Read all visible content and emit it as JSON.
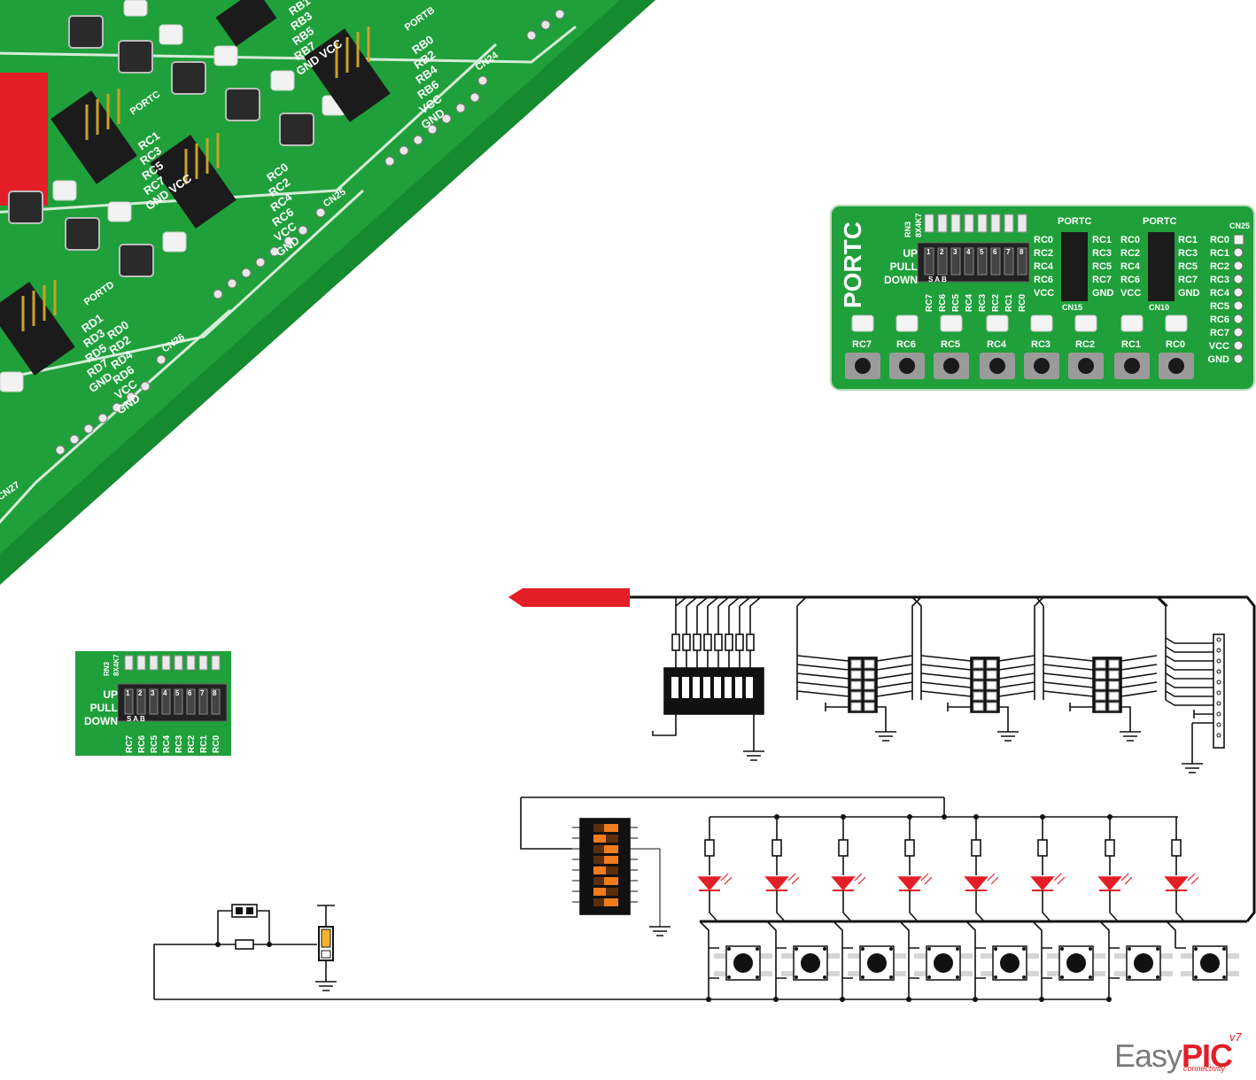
{
  "brand": {
    "word1": "Easy",
    "word2": "PIC",
    "version": "v7",
    "tagline": "connectivity"
  },
  "board_photo": {
    "port_b_labels": [
      "RB1",
      "RB3",
      "RB5",
      "RB7",
      "GND",
      "RB0",
      "RB2",
      "RB4",
      "RB6",
      "VCC"
    ],
    "port_b_header_labels": [
      "RB1",
      "RB3",
      "RB5",
      "RB7",
      "GND VCC"
    ],
    "port_b_col_labels": [
      "RB0",
      "RB2",
      "RB4",
      "RB6",
      "VCC",
      "GND"
    ],
    "port_c_header_labels": [
      "RC1",
      "RC3",
      "RC5",
      "RC7",
      "GND VCC"
    ],
    "port_c_col_labels": [
      "RC0",
      "RC2",
      "RC4",
      "RC6",
      "VCC",
      "GND"
    ],
    "port_d_header_labels": [
      "RD1",
      "RD3",
      "RD5",
      "RD7",
      "GND"
    ],
    "port_d_col_labels": [
      "RD0",
      "RD2",
      "RD4",
      "RD6",
      "VCC",
      "GND"
    ],
    "connectors": [
      "CN24",
      "CN25",
      "CN26",
      "CN27"
    ],
    "port_names": [
      "PORTB",
      "PORTC",
      "PORTD"
    ],
    "misc": [
      "VCC",
      "GND"
    ]
  },
  "portc_module": {
    "title": "PORTC",
    "rn_label": "RN3",
    "rn_value": "8X4K7",
    "pull_up": "UP",
    "pull": "PULL",
    "pull_down": "DOWN",
    "switch_numbers": [
      "1",
      "2",
      "3",
      "4",
      "5",
      "6",
      "7",
      "8"
    ],
    "sab": "S A B",
    "switch_pins": [
      "RC7",
      "RC6",
      "RC5",
      "RC4",
      "RC3",
      "RC2",
      "RC1",
      "RC0"
    ],
    "header1_title": "PORTC",
    "header1_left": [
      "RC0",
      "RC2",
      "RC4",
      "RC6",
      "VCC"
    ],
    "header1_right": [
      "RC1",
      "RC3",
      "RC5",
      "RC7",
      "GND"
    ],
    "header1_cn": "CN15",
    "header2_title": "PORTC",
    "header2_left": [
      "RC0",
      "RC2",
      "RC4",
      "RC6",
      "VCC"
    ],
    "header2_right": [
      "RC1",
      "RC3",
      "RC5",
      "RC7",
      "GND"
    ],
    "header2_cn": "CN10",
    "cn_right": "CN25",
    "right_pins": [
      "RC0",
      "RC1",
      "RC2",
      "RC3",
      "RC4",
      "RC5",
      "RC6",
      "RC7",
      "VCC",
      "GND"
    ],
    "button_labels": [
      "RC7",
      "RC6",
      "RC5",
      "RC4",
      "RC3",
      "RC2",
      "RC1",
      "RC0"
    ]
  },
  "zoom_module": {
    "rn_label": "RN3",
    "rn_value": "8X4K7",
    "pull_up": "UP",
    "pull": "PULL",
    "pull_down": "DOWN",
    "switch_numbers": [
      "1",
      "2",
      "3",
      "4",
      "5",
      "6",
      "7",
      "8"
    ],
    "sab": "S A B",
    "switch_pins": [
      "RC7",
      "RC6",
      "RC5",
      "RC4",
      "RC3",
      "RC2",
      "RC1",
      "RC0"
    ]
  },
  "colors": {
    "pcb": "#1fa03a",
    "pcb_dark": "#138a2b",
    "accent_red": "#e31e26",
    "led_red": "#e31e26",
    "dip_orange": "#f07c1e",
    "wire": "#111111"
  }
}
